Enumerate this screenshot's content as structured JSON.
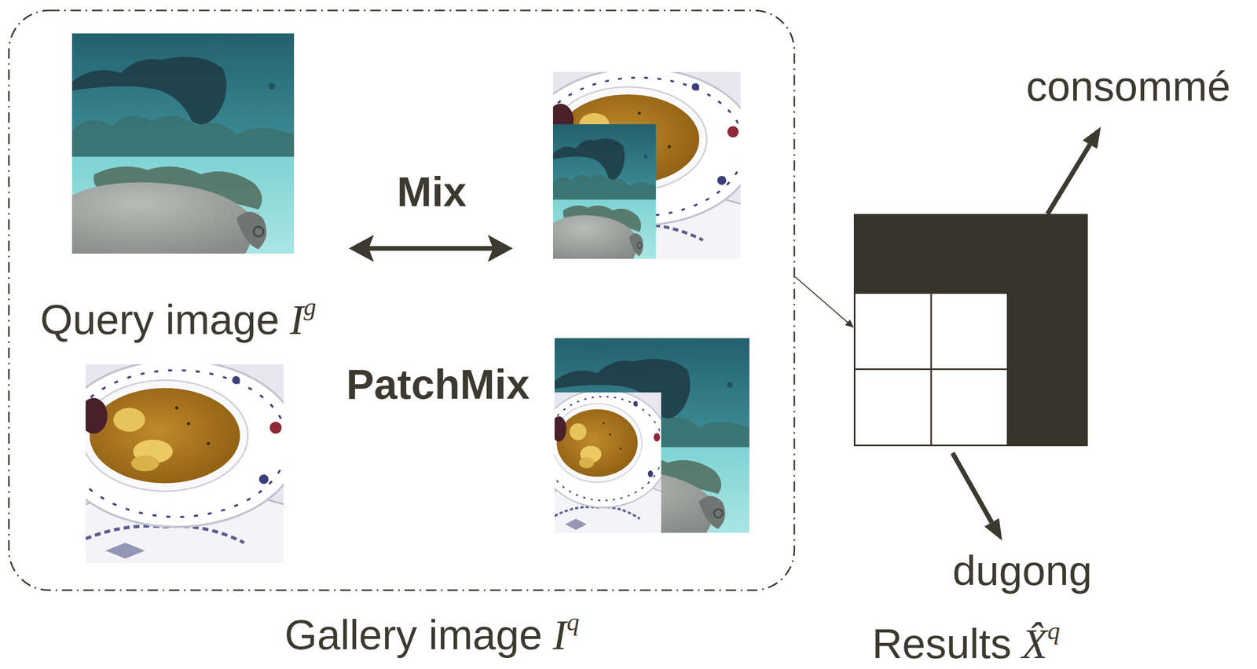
{
  "diagram": {
    "nodes": [
      {
        "text": [
          "Gallery image",
          "I",
          "q"
        ]
      },
      {
        "text": [
          "Query image",
          "I",
          "g"
        ],
        "in": 0
      },
      {
        "text": [
          "Results",
          "X̂",
          "q"
        ]
      }
    ],
    "edges": [
      {
        "from": 0,
        "to": 2,
        "arrow": "to"
      }
    ],
    "labels": [
      "Mix",
      "PatchMix",
      "consommé",
      "dugong"
    ]
  }
}
